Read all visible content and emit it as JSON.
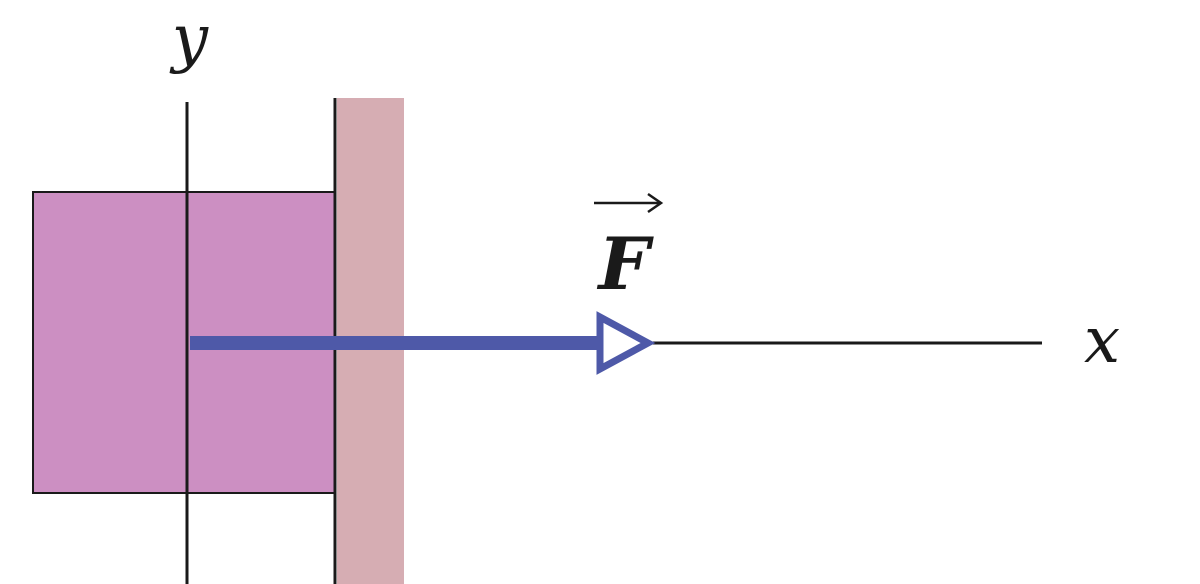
{
  "labels": {
    "y_axis": "y",
    "x_axis": "x",
    "force": "F"
  },
  "colors": {
    "block_fill": "#cc8fc2",
    "wall_fill": "#d6adb3",
    "force_arrow": "#4e59a8",
    "lines": "#1a1a1a",
    "background": "#ffffff"
  }
}
